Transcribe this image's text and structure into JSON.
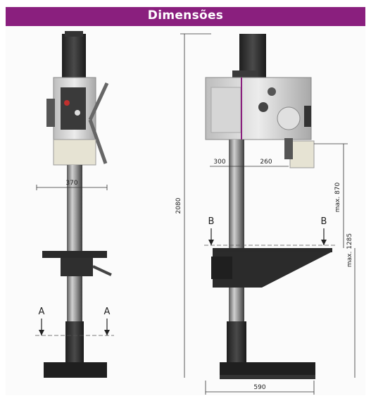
{
  "header": {
    "title": "Dimensões"
  },
  "front_view": {
    "dim_top": "370",
    "section_left": "A",
    "section_right": "A"
  },
  "side_view": {
    "dim_height_total": "2080",
    "dim_left": "300",
    "dim_mid": "260",
    "dim_max_travel": "max. 870",
    "dim_max_table": "max. 1285",
    "dim_base_width": "590",
    "section_left": "B",
    "section_right": "B"
  },
  "colors": {
    "accent": "#8a1f7e",
    "machine_dark": "#2b2b2b",
    "machine_light": "#d8d8d8"
  }
}
